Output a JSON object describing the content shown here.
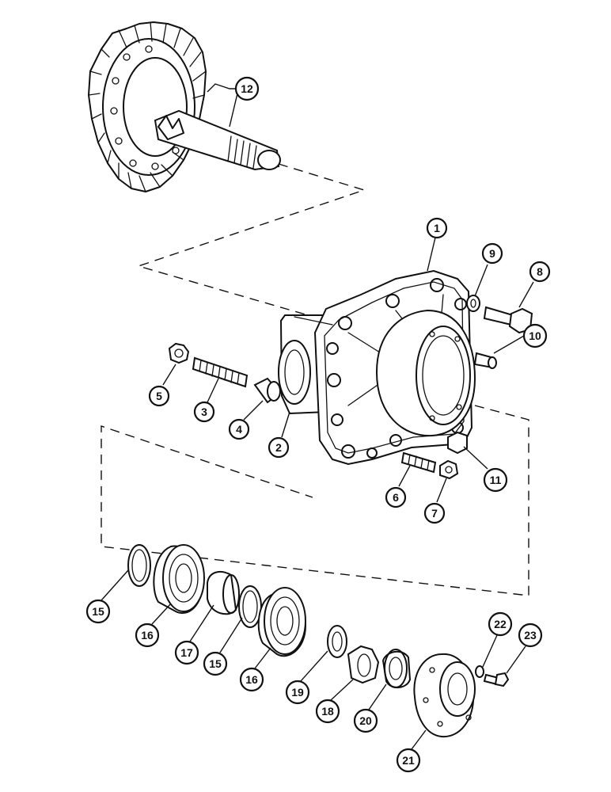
{
  "diagram": {
    "type": "exploded-parts-view",
    "callouts": [
      {
        "id": "c1",
        "label": "1"
      },
      {
        "id": "c2",
        "label": "2"
      },
      {
        "id": "c3",
        "label": "3"
      },
      {
        "id": "c4",
        "label": "4"
      },
      {
        "id": "c5",
        "label": "5"
      },
      {
        "id": "c6",
        "label": "6"
      },
      {
        "id": "c7",
        "label": "7"
      },
      {
        "id": "c8",
        "label": "8"
      },
      {
        "id": "c9",
        "label": "9"
      },
      {
        "id": "c10",
        "label": "10"
      },
      {
        "id": "c11",
        "label": "11"
      },
      {
        "id": "c12",
        "label": "12"
      },
      {
        "id": "c15a",
        "label": "15"
      },
      {
        "id": "c15b",
        "label": "15"
      },
      {
        "id": "c16a",
        "label": "16"
      },
      {
        "id": "c16b",
        "label": "16"
      },
      {
        "id": "c17",
        "label": "17"
      },
      {
        "id": "c18",
        "label": "18"
      },
      {
        "id": "c19",
        "label": "19"
      },
      {
        "id": "c20",
        "label": "20"
      },
      {
        "id": "c21",
        "label": "21"
      },
      {
        "id": "c22",
        "label": "22"
      },
      {
        "id": "c23",
        "label": "23"
      }
    ]
  }
}
